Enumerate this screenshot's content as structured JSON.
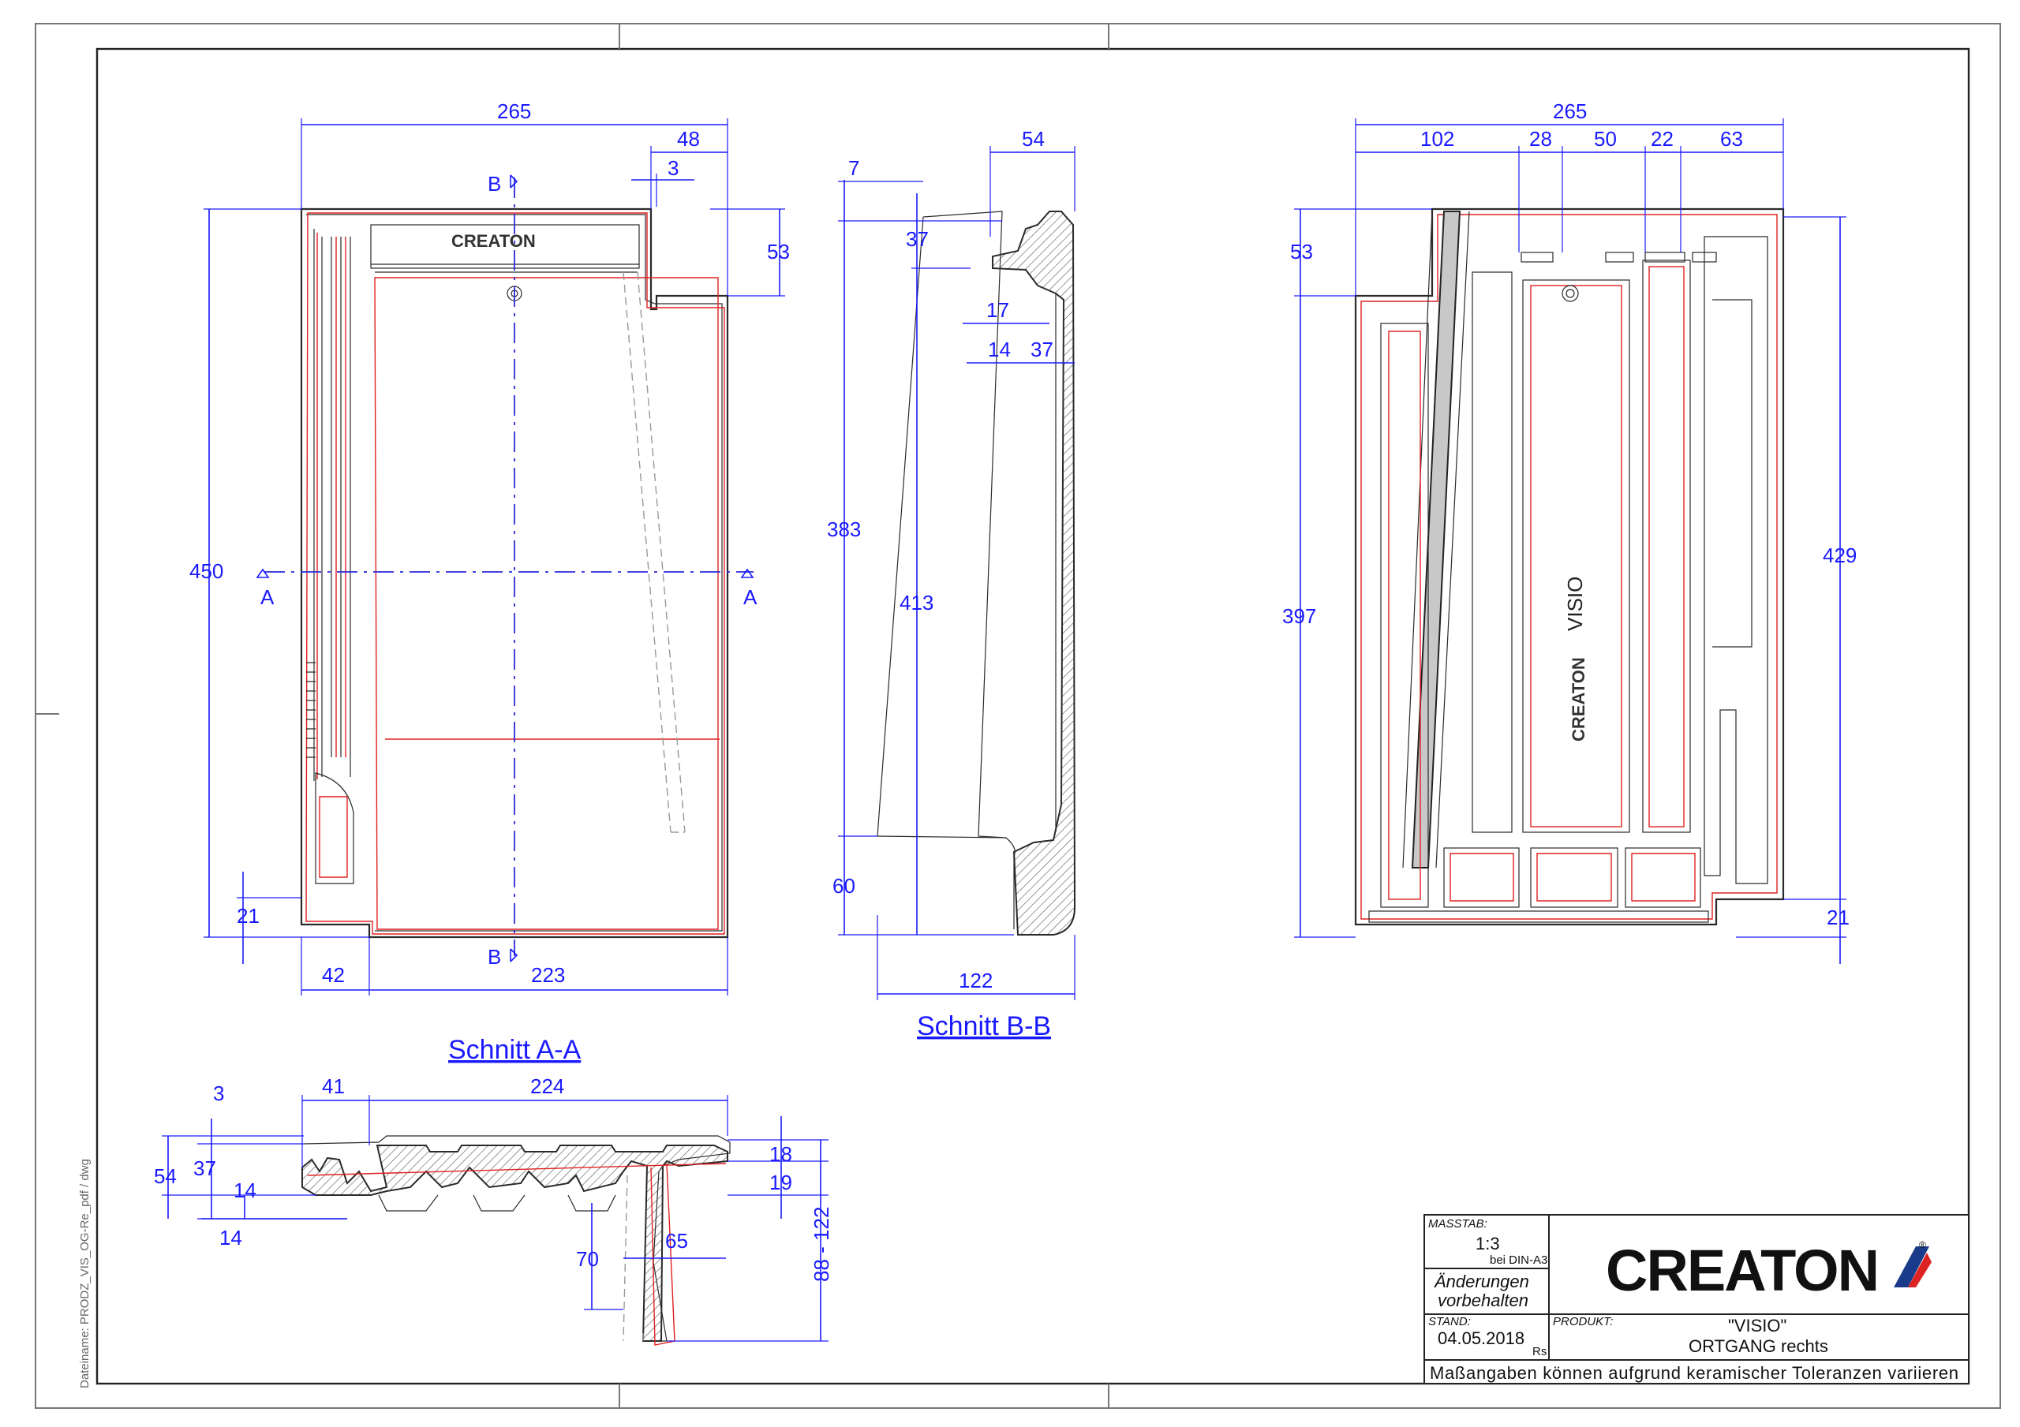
{
  "views": {
    "plan": {
      "dims": {
        "width_total": "265",
        "top_right": "48",
        "top_small": "3",
        "right_upper": "53",
        "height_total": "450",
        "bottom_left_small": "21",
        "bottom_left": "42",
        "bottom_right": "223"
      },
      "section_marks": {
        "b_top": "B",
        "b_bottom": "B",
        "a_left": "A",
        "a_right": "A"
      },
      "logo_text": "CREATON"
    },
    "section_bb": {
      "title": "Schnitt B-B",
      "dims": {
        "top": "54",
        "top_left": "7",
        "d37a": "37",
        "d17": "17",
        "d14": "14",
        "d37b": "37",
        "d383": "383",
        "d413": "413",
        "d60": "60",
        "d122": "122"
      }
    },
    "back": {
      "dims": {
        "width_total": "265",
        "d102": "102",
        "d28": "28",
        "d50": "50",
        "d22": "22",
        "d63": "63",
        "left_upper": "53",
        "left_height": "397",
        "right_height": "429",
        "right_bottom": "21"
      },
      "product_text": "VISIO",
      "logo_text": "CREATON"
    },
    "section_aa": {
      "title": "Schnitt A-A",
      "dims": {
        "d3": "3",
        "d41": "41",
        "d224": "224",
        "d54": "54",
        "d37": "37",
        "d14a": "14",
        "d14b": "14",
        "d18": "18",
        "d19": "19",
        "d70": "70",
        "d65": "65",
        "range": "88 - 122"
      }
    }
  },
  "title_block": {
    "massstab_label": "MASSTAB:",
    "massstab_value": "1:3",
    "massstab_note": "bei DIN-A3",
    "changes_line1": "Änderungen",
    "changes_line2": "vorbehalten",
    "stand_label": "STAND:",
    "stand_value": "04.05.2018",
    "stand_suffix": "Rs",
    "produkt_label": "PRODUKT:",
    "produkt_line1": "\"VISIO\"",
    "produkt_line2": "ORTGANG rechts",
    "brand": "CREATON",
    "footer_note": "Maßangaben können aufgrund keramischer Toleranzen variieren"
  },
  "side_file": "Dateiname: PRODZ_VIS_OG-Re_pdf / dwg"
}
